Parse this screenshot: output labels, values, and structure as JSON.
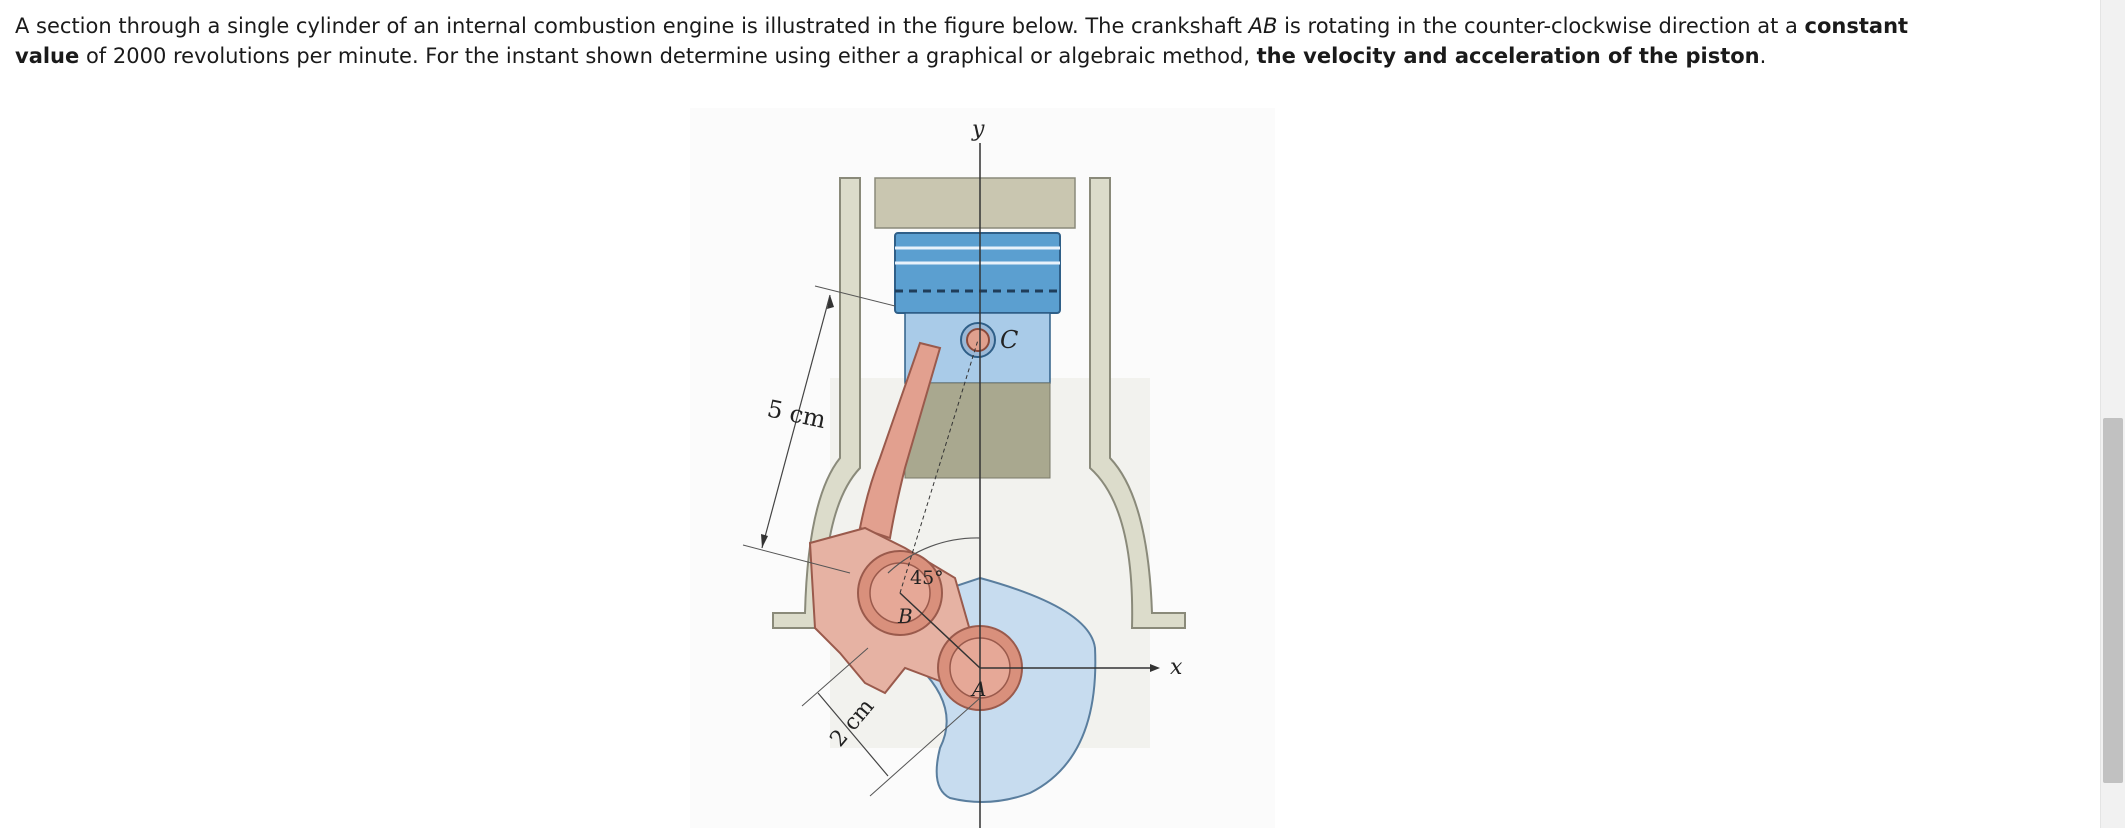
{
  "problem": {
    "part1": "A section through a single cylinder of an internal combustion engine is illustrated in the figure below. The crankshaft ",
    "crank_label": "AB",
    "part2": " is rotating in the counter-clockwise direction at a ",
    "bold1": "constant value",
    "part3": " of 2000 revolutions per minute. For the instant shown determine using either a graphical or algebraic method, ",
    "bold2": "the velocity and acceleration of the piston",
    "part4": "."
  },
  "figure": {
    "label_y": "y",
    "label_x": "x",
    "label_C": "C",
    "label_B": "B",
    "label_A": "A",
    "dim_rod": "5 cm",
    "dim_crank": "2 cm",
    "angle": "45°"
  },
  "colors": {
    "cylinder_wall": "#dcdccb",
    "piston_blue": "#5b9fd0",
    "rod_pink": "#e2a08f",
    "crank_light_blue": "#c7dcef",
    "scrollbar_thumb": "#c1c1c1"
  }
}
